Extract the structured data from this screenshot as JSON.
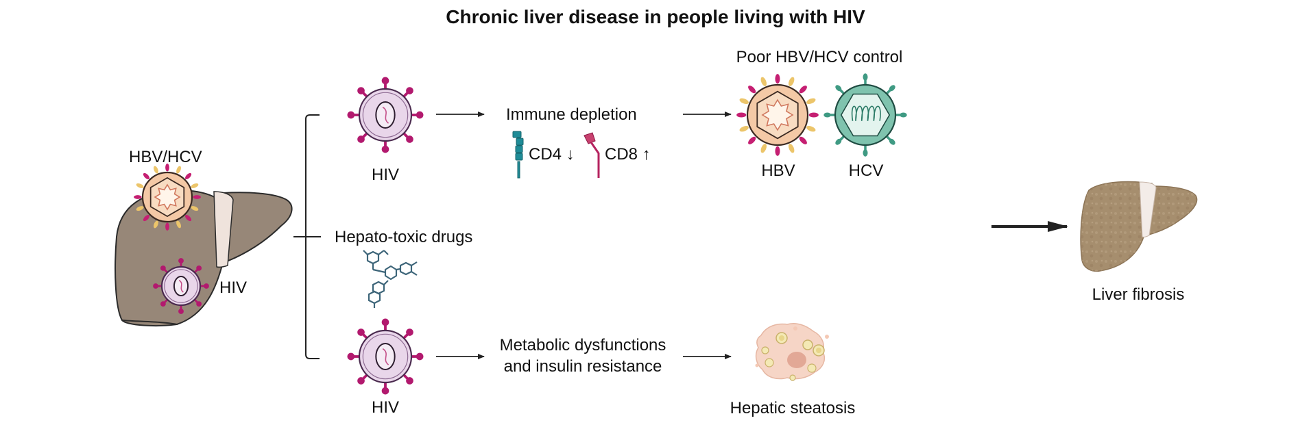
{
  "title": "Chronic liver disease in people living with HIV",
  "left_liver": {
    "virus_label_top": "HBV/HCV",
    "virus_label_hiv": "HIV"
  },
  "branch_top": {
    "virus_label": "HIV",
    "effect": "Immune depletion",
    "cd4_label": "CD4 ↓",
    "cd8_label": "CD8 ↑",
    "outcome_title": "Poor HBV/HCV control",
    "hbv_label": "HBV",
    "hcv_label": "HCV"
  },
  "branch_middle": {
    "label": "Hepato-toxic drugs"
  },
  "branch_bottom": {
    "virus_label": "HIV",
    "effect_line1": "Metabolic dysfunctions",
    "effect_line2": "and insulin resistance",
    "outcome": "Hepatic steatosis"
  },
  "result": {
    "label": "Liver fibrosis"
  },
  "colors": {
    "liver": "#978778",
    "fibrotic_liver": "#a68e6e",
    "hiv_body": "#e9d6ea",
    "hiv_spike": "#b2196e",
    "hbv_body": "#f4c9a6",
    "hbv_spike_pink": "#c51f72",
    "hbv_spike_yellow": "#ecc56a",
    "hcv_body": "#7fc3ae",
    "hcv_spike": "#3f9a83",
    "cd4": "#1f8c97",
    "cd8": "#b5235f",
    "drug": "#3d6579"
  }
}
